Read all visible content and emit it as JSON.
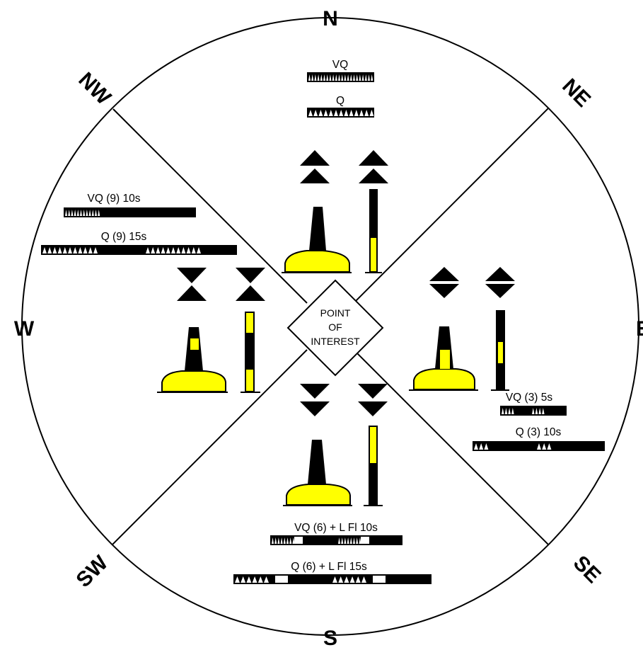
{
  "compass": {
    "north": "N",
    "south": "S",
    "east": "E",
    "west": "W",
    "northeast": "NE",
    "northwest": "NW",
    "southeast": "SE",
    "southwest": "SW"
  },
  "center": {
    "line1": "POINT",
    "line2": "OF",
    "line3": "INTEREST"
  },
  "north": {
    "rhythm_very_quick": "VQ",
    "rhythm_quick": "Q"
  },
  "west": {
    "rhythm_very_quick": "VQ (9) 10s",
    "rhythm_quick": "Q (9) 15s"
  },
  "east": {
    "rhythm_very_quick": "VQ (3) 5s",
    "rhythm_quick": "Q (3) 10s"
  },
  "south": {
    "rhythm_very_quick": "VQ (6) + L Fl 10s",
    "rhythm_quick": "Q (6) + L Fl 15s"
  },
  "colors": {
    "black": "#000000",
    "yellow": "#ffff00",
    "white": "#ffffff"
  }
}
